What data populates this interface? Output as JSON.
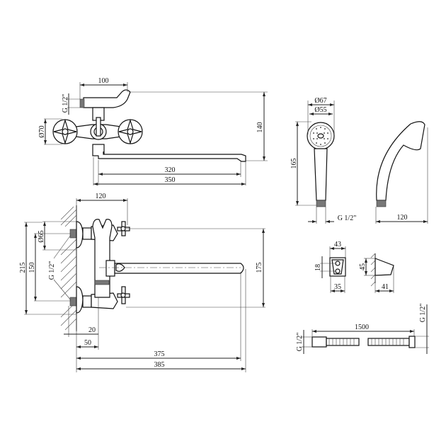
{
  "top_view": {
    "dim_width_lever": "100",
    "dim_thread": "G 1/2\"",
    "dim_handle_dia": "Ø70",
    "dim_height": "140",
    "dim_spout_inner": "320",
    "dim_spout_total": "350"
  },
  "front_view": {
    "dim_depth": "120",
    "dim_flange_dia": "Ø65",
    "dim_total_height": "215",
    "dim_inlet_spacing": "150",
    "dim_thread": "G 1/2\"",
    "dim_handle_spacing": "175",
    "dim_offset_small": "20",
    "dim_offset_body": "50",
    "dim_spout_reach": "375",
    "dim_total_reach": "385"
  },
  "hand_shower": {
    "dim_outer_dia": "Ø67",
    "dim_inner_dia": "Ø55",
    "dim_length": "165",
    "dim_thread": "G 1/2\"",
    "dim_side_width": "120"
  },
  "holder": {
    "dim_top_width": "43",
    "dim_hole_spacing": "18",
    "dim_bottom_width": "35",
    "dim_height": "45",
    "dim_depth": "41"
  },
  "hose": {
    "dim_length": "1500",
    "dim_thread_left": "G 1/2\"",
    "dim_thread_right": "G 1/2\""
  }
}
